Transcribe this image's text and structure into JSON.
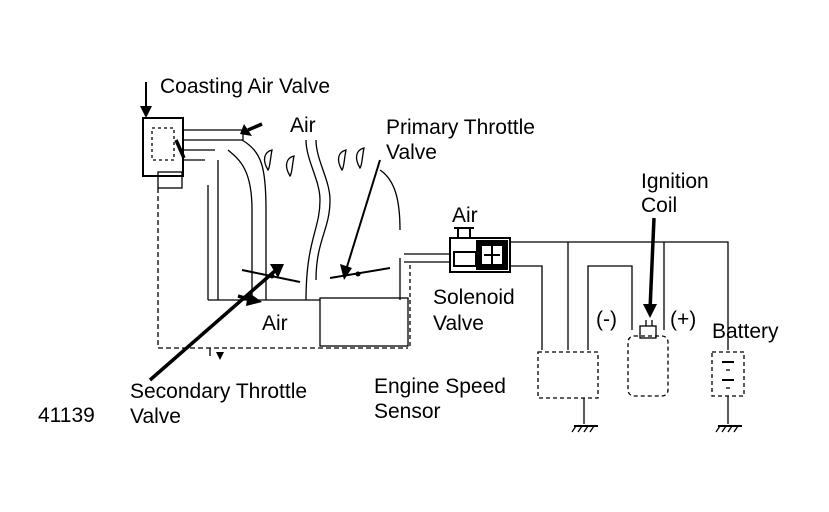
{
  "labels": {
    "coasting_air_valve": "Coasting Air Valve",
    "air_top": "Air",
    "primary_throttle_line1": "Primary Throttle",
    "primary_throttle_line2": "Valve",
    "air_solenoid": "Air",
    "ignition_line1": "Ignition",
    "ignition_line2": "Coil",
    "air_bottom": "Air",
    "solenoid_line1": "Solenoid",
    "solenoid_line2": "Valve",
    "minus": "(-)",
    "plus": "(+)",
    "battery": "Battery",
    "secondary_line1": "Secondary Throttle",
    "secondary_line2": "Valve",
    "engine_speed_line1": "Engine Speed",
    "engine_speed_line2": "Sensor",
    "figure_id": "41139"
  },
  "colors": {
    "ink": "#000000",
    "paper": "#ffffff"
  }
}
